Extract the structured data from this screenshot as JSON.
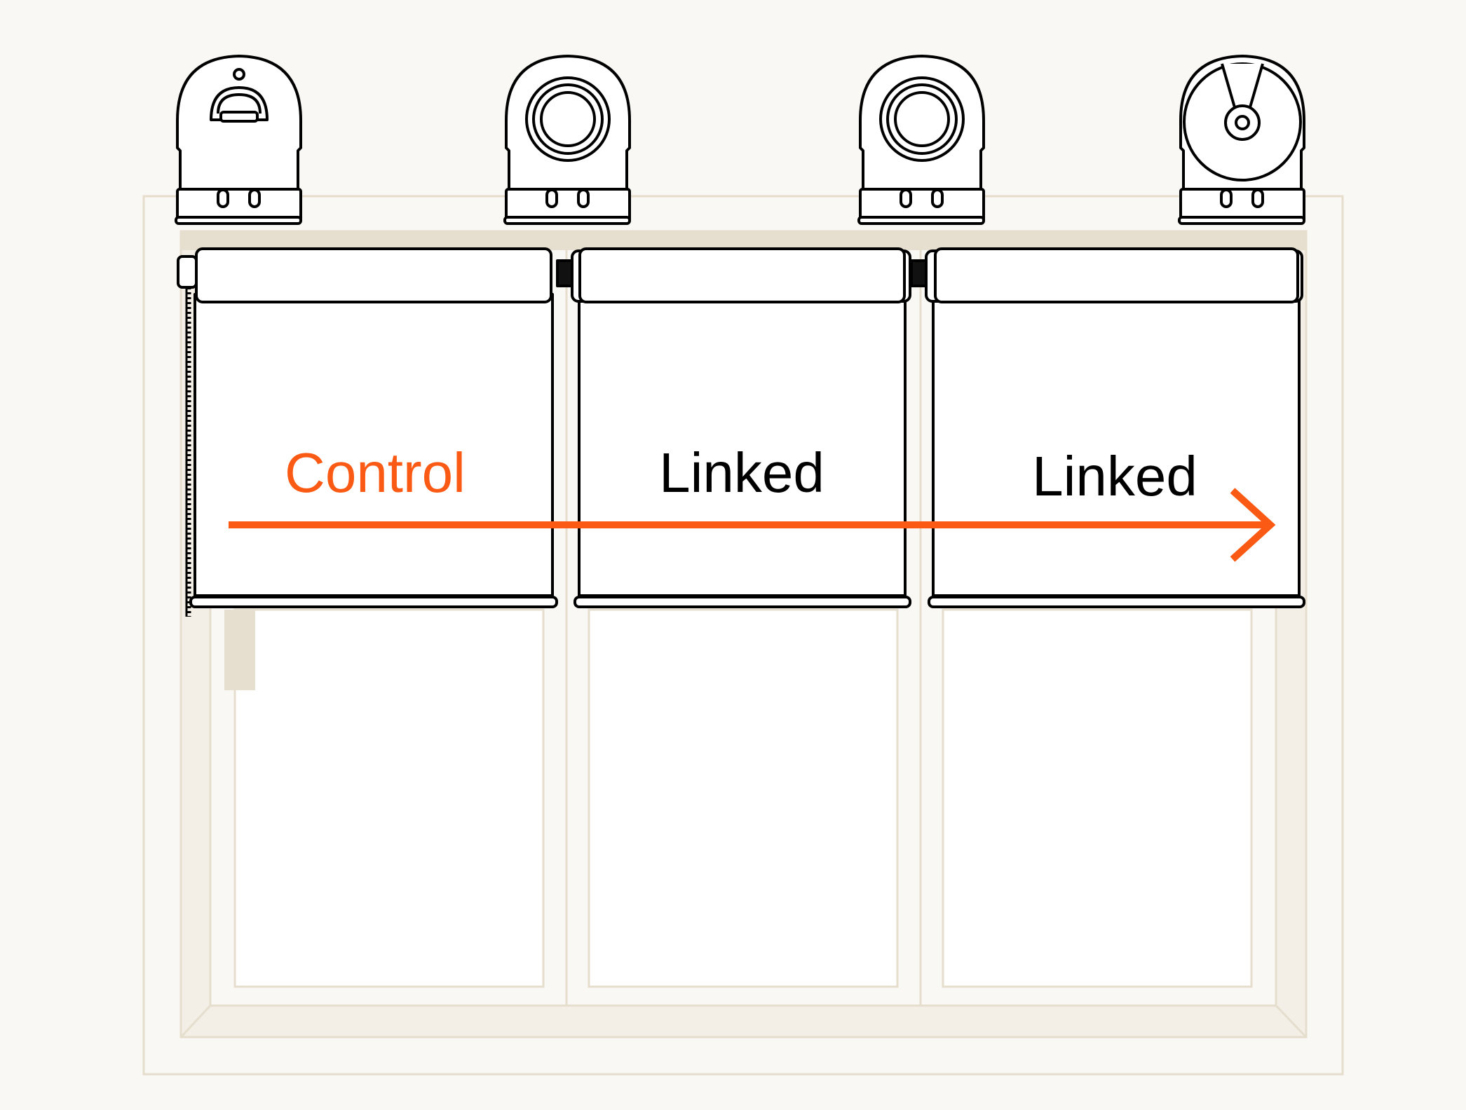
{
  "colors": {
    "background": "#faf8f4",
    "frame_stroke": "#e5ddcd",
    "frame_fill": "#f3efe6",
    "recess_fill": "#e6dfcf",
    "pane_fill": "#ffffff",
    "outline": "#000000",
    "accent": "#fa5a14"
  },
  "brackets": [
    {
      "icon": "control-bracket-icon"
    },
    {
      "icon": "link-bracket-icon"
    },
    {
      "icon": "link-bracket-icon"
    },
    {
      "icon": "idle-end-bracket-icon"
    }
  ],
  "blinds": [
    {
      "label": "Control",
      "role": "control"
    },
    {
      "label": "Linked",
      "role": "linked"
    },
    {
      "label": "Linked",
      "role": "linked"
    }
  ],
  "arrow": {
    "icon": "arrow-right-icon",
    "direction": "left-to-right"
  }
}
